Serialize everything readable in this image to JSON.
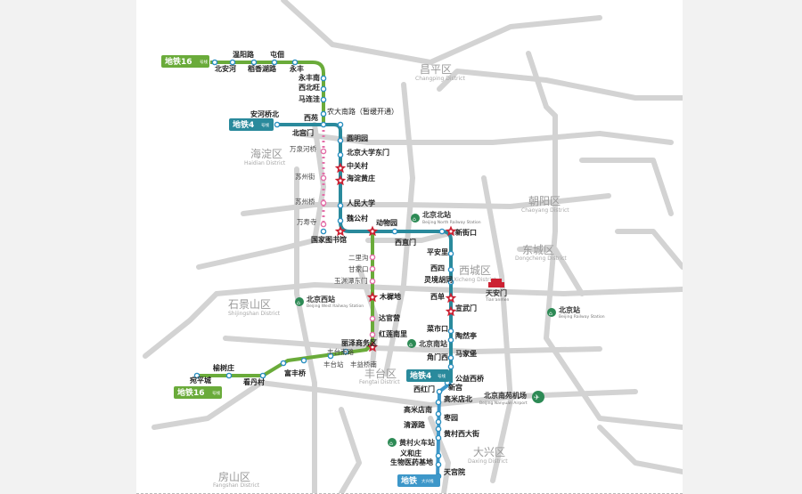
{
  "colors": {
    "line4": "#2a8a9c",
    "line16": "#6aab3a",
    "line4_south": "#3d97c9",
    "transfer": "#cc2233",
    "station_pink": "#e36fa8",
    "road": "#d3d3d3"
  },
  "districts": {
    "changping": {
      "cn": "昌平区",
      "en": "Changping District"
    },
    "haidian": {
      "cn": "海淀区",
      "en": "Haidian District"
    },
    "chaoyang": {
      "cn": "朝阳区",
      "en": "Chaoyang District"
    },
    "dongcheng": {
      "cn": "东城区",
      "en": "Dongcheng District"
    },
    "xicheng": {
      "cn": "西城区",
      "en": "Xicheng District"
    },
    "shijingshan": {
      "cn": "石景山区",
      "en": "Shijingshan District"
    },
    "fengtai": {
      "cn": "丰台区",
      "en": "Fengtai District"
    },
    "daxing": {
      "cn": "大兴区",
      "en": "Daxing District"
    },
    "fangshan": {
      "cn": "房山区",
      "en": "Fangshan District"
    }
  },
  "badges": {
    "line16_top": {
      "text": "地铁16",
      "sub": "号线"
    },
    "line4_left": {
      "text": "地铁4",
      "sub": "号线"
    },
    "line16_bottom": {
      "text": "地铁16",
      "sub": "号线"
    },
    "line4_mid": {
      "text": "地铁4",
      "sub": "号线"
    },
    "line4_bottom": {
      "text": "地铁",
      "sub": "大兴线"
    }
  },
  "poi": {
    "beijing_north": {
      "cn": "北京北站",
      "en": "Beijing North Railway Station"
    },
    "beijing_west": {
      "cn": "北京西站",
      "en": "Beijing West Railway Station"
    },
    "beijing_south": {
      "cn": "北京南站"
    },
    "beijing_station": {
      "cn": "北京站",
      "en": "Beijing Railway Station"
    },
    "tiananmen": {
      "cn": "天安门",
      "en": "Tian'anmen"
    },
    "nanyuan_airport": {
      "cn": "北京南苑机场",
      "en": "Beijing Nanyuan Airport"
    },
    "huangcun_station": {
      "cn": "黄村火车站"
    }
  },
  "notes": {
    "nonganlu": "农大南路（暂缓开通）"
  },
  "stations": {
    "beianhe": "北安河",
    "wenyanglu": "温阳路",
    "daoxianghulu": "稻香湖路",
    "tunfo": "屯佃",
    "yongfeng": "永丰",
    "yongfengnan": "永丰南",
    "xibeiwang": "西北旺",
    "malianwa": "马连洼",
    "xiyuan": "西苑",
    "anheqiaobei": "安河桥北",
    "beigongmen": "北宫门",
    "yuanmingyuan": "圆明园",
    "wanquanhezhuang": "万泉河桥",
    "pkueast": "北京大学东门",
    "zhongguancun": "中关村",
    "haidianhuangzhuang": "海淀黄庄",
    "suzhoujie": "苏州街",
    "renmindaxue": "人民大学",
    "suzhouqiao": "苏州桥",
    "weigongcun": "魏公村",
    "wanshousi": "万寿寺",
    "guojiatushuguan": "国家图书馆",
    "dongwuyuan": "动物园",
    "xizhimen": "西直门",
    "xinjiekou": "新街口",
    "erliguo": "二里沟",
    "ganjiakou": "甘家口",
    "yuyuantandongmen": "玉渊潭东门",
    "muxidi": "木樨地",
    "pinganli": "平安里",
    "xisi": "西四",
    "lingjinghutong": "灵境胡同",
    "xidan": "西单",
    "xuanwumen": "宣武门",
    "daguanying": "达官营",
    "hongliannanli": "红莲南里",
    "lizeshangwuqu": "丽泽商务区",
    "caishikou": "菜市口",
    "taoranting": "陶然亭",
    "jiaomenxi": "角门西",
    "majiapu": "马家堡",
    "fengtainanlu": "丰台南路",
    "fengtaizhan": "丰台站",
    "fengyiqiaonan": "丰益桥南",
    "yushuzhuang": "榆树庄",
    "wanpingcheng": "宛平城",
    "kandancun": "看丹村",
    "fuzeqiao": "富丰桥",
    "gongyixiqiao": "公益西桥",
    "xihongmen": "西红门",
    "xingong": "新宫",
    "gaomidianbei": "高米店北",
    "gaomidiannan": "高米店南",
    "zaoyuan": "枣园",
    "qingyuanlu": "清源路",
    "huangcunxidajie": "黄村西大街",
    "yihezhuang": "义和庄",
    "shengwuyiyaojidi": "生物医药基地",
    "tiangongyuan": "天宫院"
  }
}
